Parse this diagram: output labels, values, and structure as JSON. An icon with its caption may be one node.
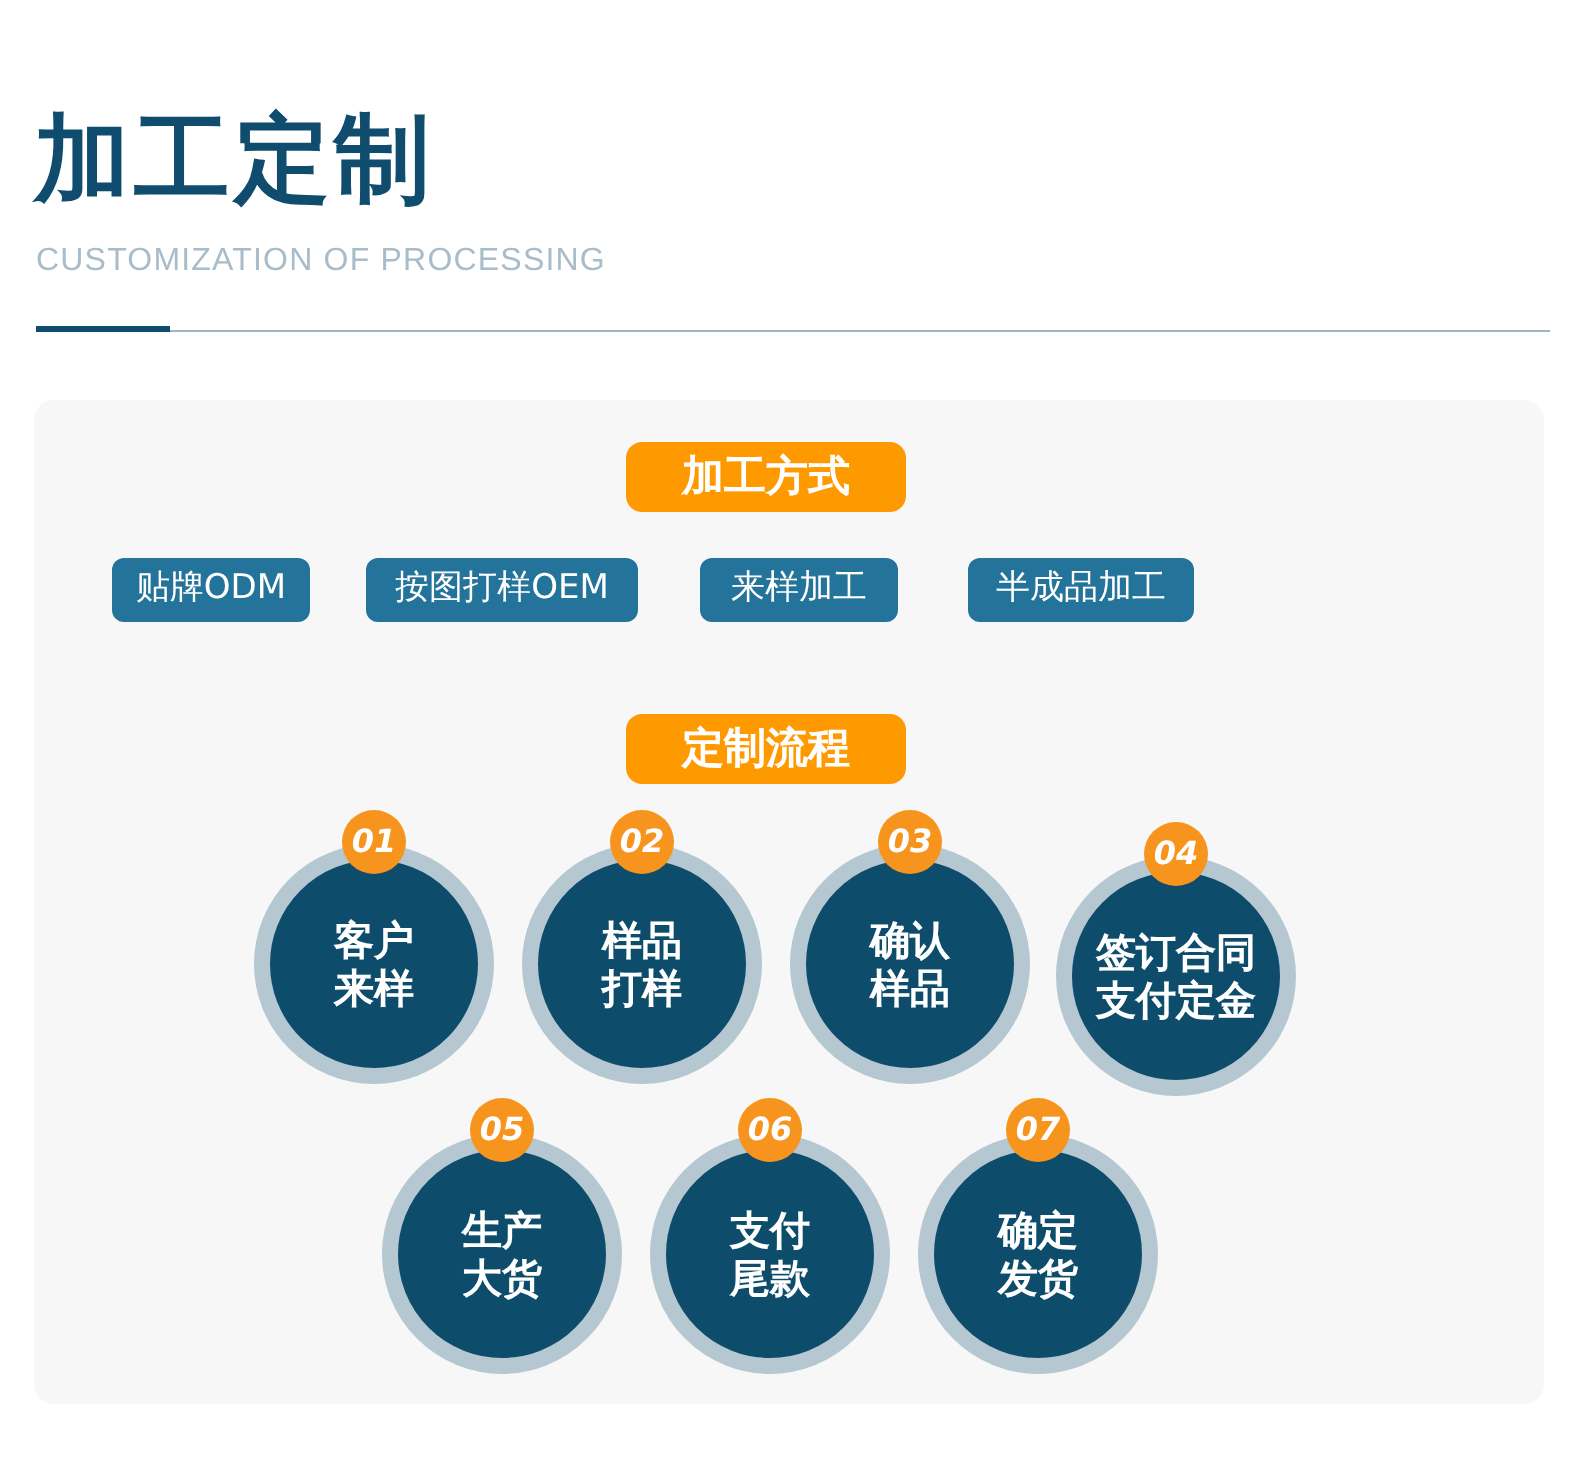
{
  "diagram": {
    "title": "加工定制",
    "nodes": [
      {
        "text": [
          "加工方式"
        ]
      },
      {
        "text": [
          "贴牌ODM"
        ]
      },
      {
        "text": [
          "按图打样OEM"
        ]
      },
      {
        "text": [
          "来样加工"
        ]
      },
      {
        "text": [
          "半成品加工"
        ]
      },
      {
        "text": [
          "定制流程"
        ]
      },
      {
        "text": [
          "01"
        ]
      },
      {
        "text": [
          "客户来样"
        ]
      },
      {
        "text": [
          "02"
        ]
      },
      {
        "text": [
          "样品打样"
        ]
      },
      {
        "text": [
          "03"
        ]
      },
      {
        "text": [
          "确认样品"
        ]
      },
      {
        "text": [
          "04"
        ]
      },
      {
        "text": [
          "签订合同支付定金"
        ]
      },
      {
        "text": [
          "05"
        ]
      },
      {
        "text": [
          "生产大货"
        ]
      },
      {
        "text": [
          "06"
        ]
      },
      {
        "text": [
          "支付尾款"
        ]
      },
      {
        "text": [
          "07"
        ]
      },
      {
        "text": [
          "确定发货"
        ]
      }
    ],
    "labels": [
      "CUSTOMIZATION OF PROCESSING"
    ]
  }
}
